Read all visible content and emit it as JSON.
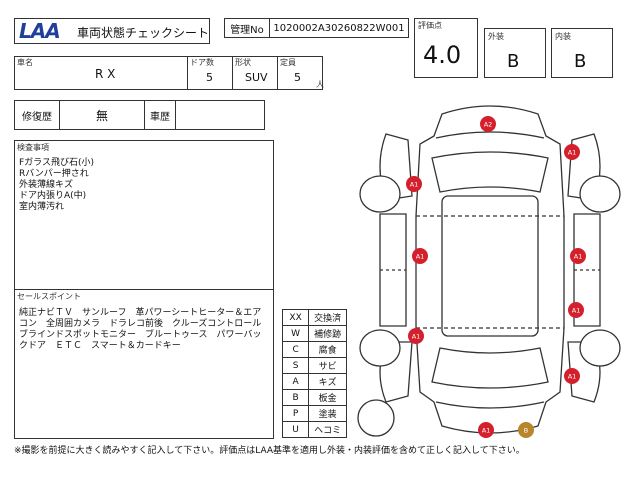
{
  "header": {
    "logo": "LAA",
    "title": "車両状態チェックシート",
    "mgmt_label": "管理No",
    "mgmt_no": "1020002A30260822W001"
  },
  "grade": {
    "score_label": "評価点",
    "score": "4.0",
    "exterior_label": "外装",
    "exterior": "B",
    "interior_label": "内装",
    "interior": "B"
  },
  "vehicle": {
    "name_label": "車名",
    "name": "R X",
    "doors_label": "ドア数",
    "doors": "5",
    "shape_label": "形状",
    "shape": "SUV",
    "capacity_label": "定員",
    "capacity": "5",
    "capacity_unit": "人"
  },
  "history": {
    "repair_label": "修復歴",
    "repair": "無",
    "vehicle_history_label": "車歴",
    "vehicle_history": ""
  },
  "inspection": {
    "label": "検査事項",
    "lines": [
      "Fガラス飛び石(小)",
      "Rバンパー押され",
      "外装薄線キズ",
      "ドア内張りA(中)",
      "室内薄汚れ"
    ]
  },
  "sales_points": {
    "label": "セールスポイント",
    "text": "純正ナビＴＶ　サンルーフ　革パワーシートヒーター＆エアコン　全周囲カメラ　ドラレコ前後　クルーズコントロール　ブラインドスポットモニター　ブルートゥース　パワーバックドア　ＥＴＣ　スマート＆カードキー"
  },
  "legend": [
    {
      "code": "XX",
      "meaning": "交換済"
    },
    {
      "code": "W",
      "meaning": "補修跡"
    },
    {
      "code": "C",
      "meaning": "腐食"
    },
    {
      "code": "S",
      "meaning": "サビ"
    },
    {
      "code": "A",
      "meaning": "キズ"
    },
    {
      "code": "B",
      "meaning": "板金"
    },
    {
      "code": "P",
      "meaning": "塗装"
    },
    {
      "code": "U",
      "meaning": "ヘコミ"
    }
  ],
  "damage_marks": [
    {
      "code": "A2",
      "color": "#d4202c"
    },
    {
      "code": "A1",
      "color": "#d4202c"
    },
    {
      "code": "A1",
      "color": "#d4202c"
    },
    {
      "code": "A1",
      "color": "#d4202c"
    },
    {
      "code": "A1",
      "color": "#d4202c"
    },
    {
      "code": "A1",
      "color": "#d4202c"
    },
    {
      "code": "A1",
      "color": "#d4202c"
    },
    {
      "code": "A1",
      "color": "#d4202c"
    },
    {
      "code": "A1",
      "color": "#d4202c"
    },
    {
      "code": "B",
      "color": "#b8862a"
    }
  ],
  "footer": "※撮影を前提に大きく読みやすく記入して下さい。評価点はLAA基準を適用し外装・内装評価を含めて正しく記入して下さい。"
}
